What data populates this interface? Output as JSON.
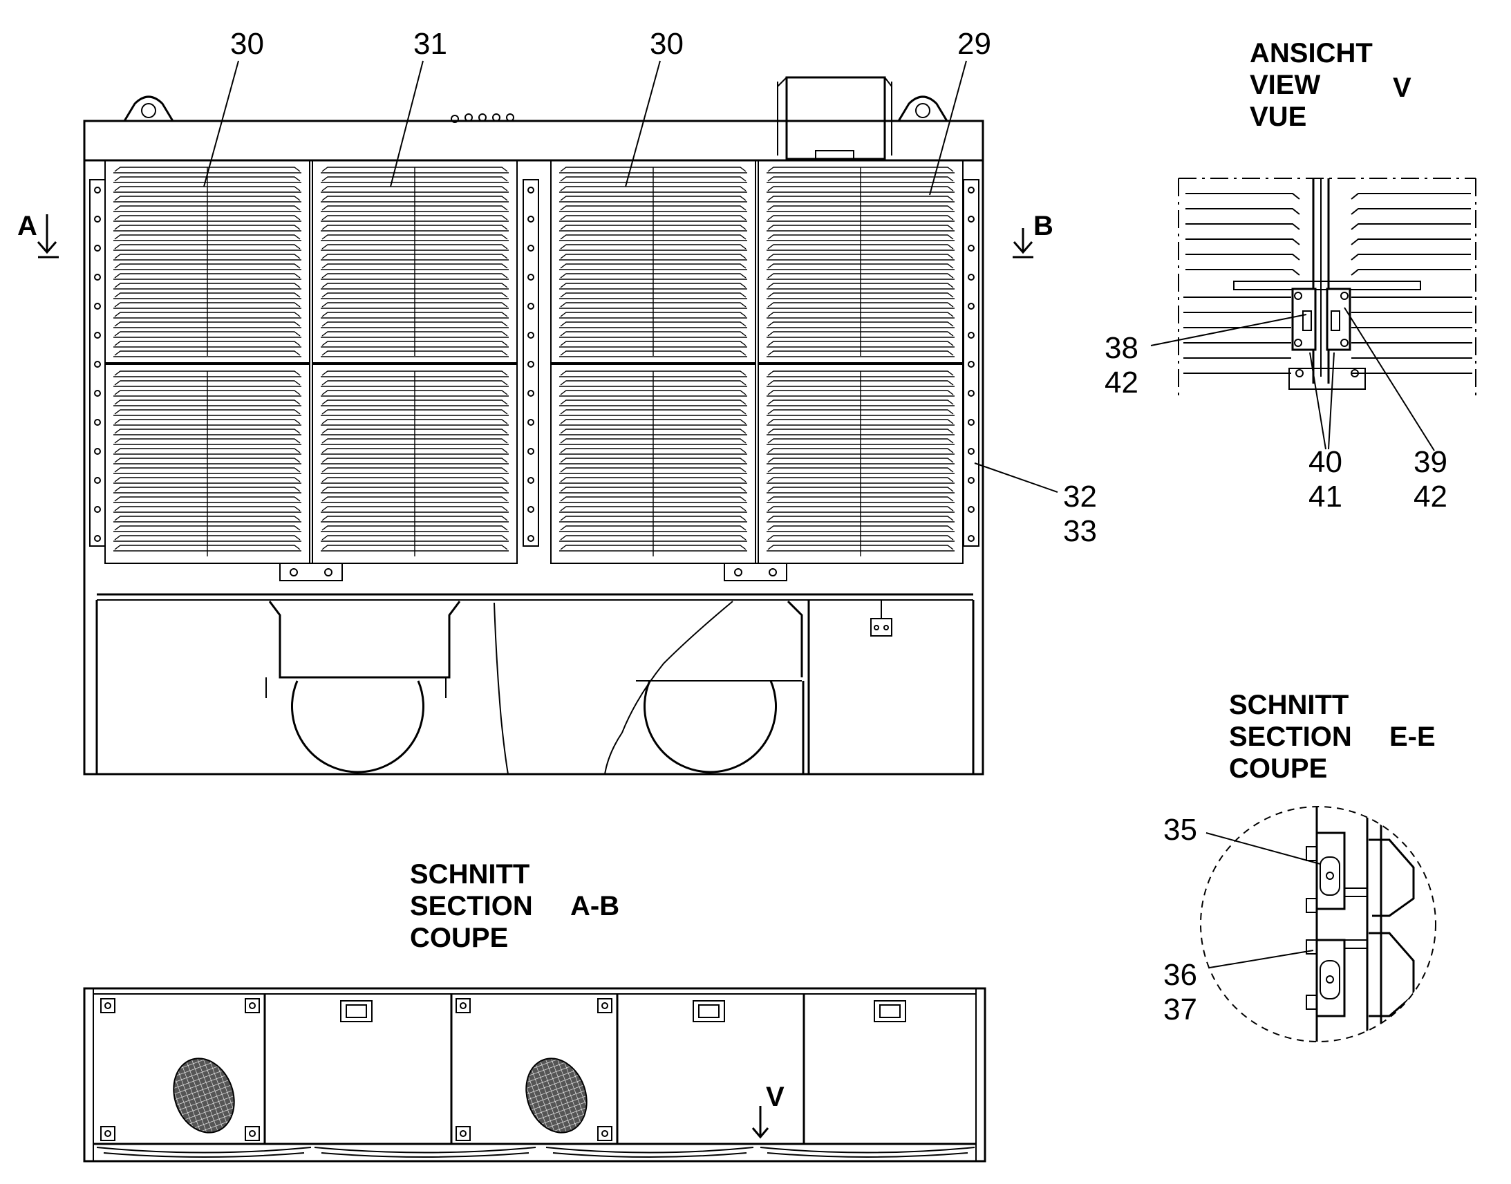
{
  "drawing": {
    "callouts": {
      "top_30_left": "30",
      "top_31": "31",
      "top_30_right": "30",
      "top_29": "29",
      "side_32": "32",
      "side_33": "33",
      "detail_38": "38",
      "detail_42_left": "42",
      "detail_40": "40",
      "detail_41": "41",
      "detail_39": "39",
      "detail_42_right": "42",
      "detail_35": "35",
      "detail_36": "36",
      "detail_37": "37"
    },
    "section_markers": {
      "a": "A",
      "b": "B",
      "v": "V"
    },
    "view_v": {
      "line1": "ANSICHT",
      "line2": "VIEW",
      "line3": "VUE",
      "id": "V"
    },
    "section_ee": {
      "line1": "SCHNITT",
      "line2": "SECTION",
      "line3": "COUPE",
      "id": "E-E"
    },
    "section_ab": {
      "line1": "SCHNITT",
      "line2": "SECTION",
      "line3": "COUPE",
      "id": "A-B"
    }
  }
}
